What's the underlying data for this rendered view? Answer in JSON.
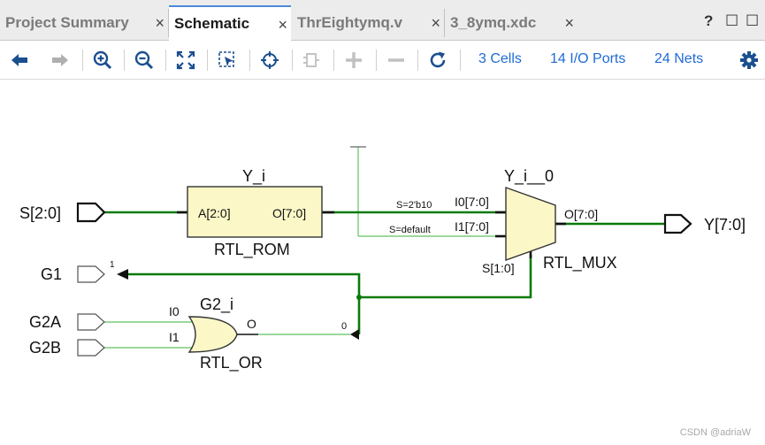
{
  "tabs": [
    {
      "label": "Project Summary",
      "active": false
    },
    {
      "label": "Schematic",
      "active": true
    },
    {
      "label": "ThrEightymq.v",
      "active": false
    },
    {
      "label": "3_8ymq.xdc",
      "active": false
    }
  ],
  "tab_close_glyph": "×",
  "window_controls": {
    "help": "?",
    "restore": "☐",
    "maximize": "☐"
  },
  "toolbar": {
    "icons": [
      "back-icon",
      "forward-icon",
      "zoom-in-icon",
      "zoom-out-icon",
      "zoom-fit-icon",
      "select-area-icon",
      "target-icon",
      "cell-icon",
      "plus-icon",
      "minus-icon",
      "refresh-icon",
      "settings-icon"
    ],
    "cells_link": "3 Cells",
    "ports_link": "14 I/O Ports",
    "nets_link": "24 Nets",
    "accent_color": "#1f6bd6"
  },
  "schematic": {
    "net_color": "#0a7a0a",
    "thin_net_color": "#7ccb7c",
    "block_fill": "#fbf7c7",
    "ports": {
      "s_in": "S[2:0]",
      "g1": "G1",
      "g2a": "G2A",
      "g2b": "G2B",
      "y_out": "Y[7:0]"
    },
    "rom": {
      "instance": "Y_i",
      "type": "RTL_ROM",
      "pin_in": "A[2:0]",
      "pin_out": "O[7:0]"
    },
    "mux": {
      "instance": "Y_i__0",
      "type": "RTL_MUX",
      "pin_i0": "I0[7:0]",
      "pin_i1": "I1[7:0]",
      "pin_s": "S[1:0]",
      "pin_out": "O[7:0]",
      "cond_i0": "S=2'b10",
      "cond_i1": "S=default"
    },
    "or_gate": {
      "instance": "G2_i",
      "type": "RTL_OR",
      "pin_i0": "I0",
      "pin_i1": "I1",
      "pin_out": "O"
    },
    "bit_labels": {
      "g1_bit": "1",
      "or_bit": "0"
    }
  },
  "watermark": "CSDN @adriaW"
}
